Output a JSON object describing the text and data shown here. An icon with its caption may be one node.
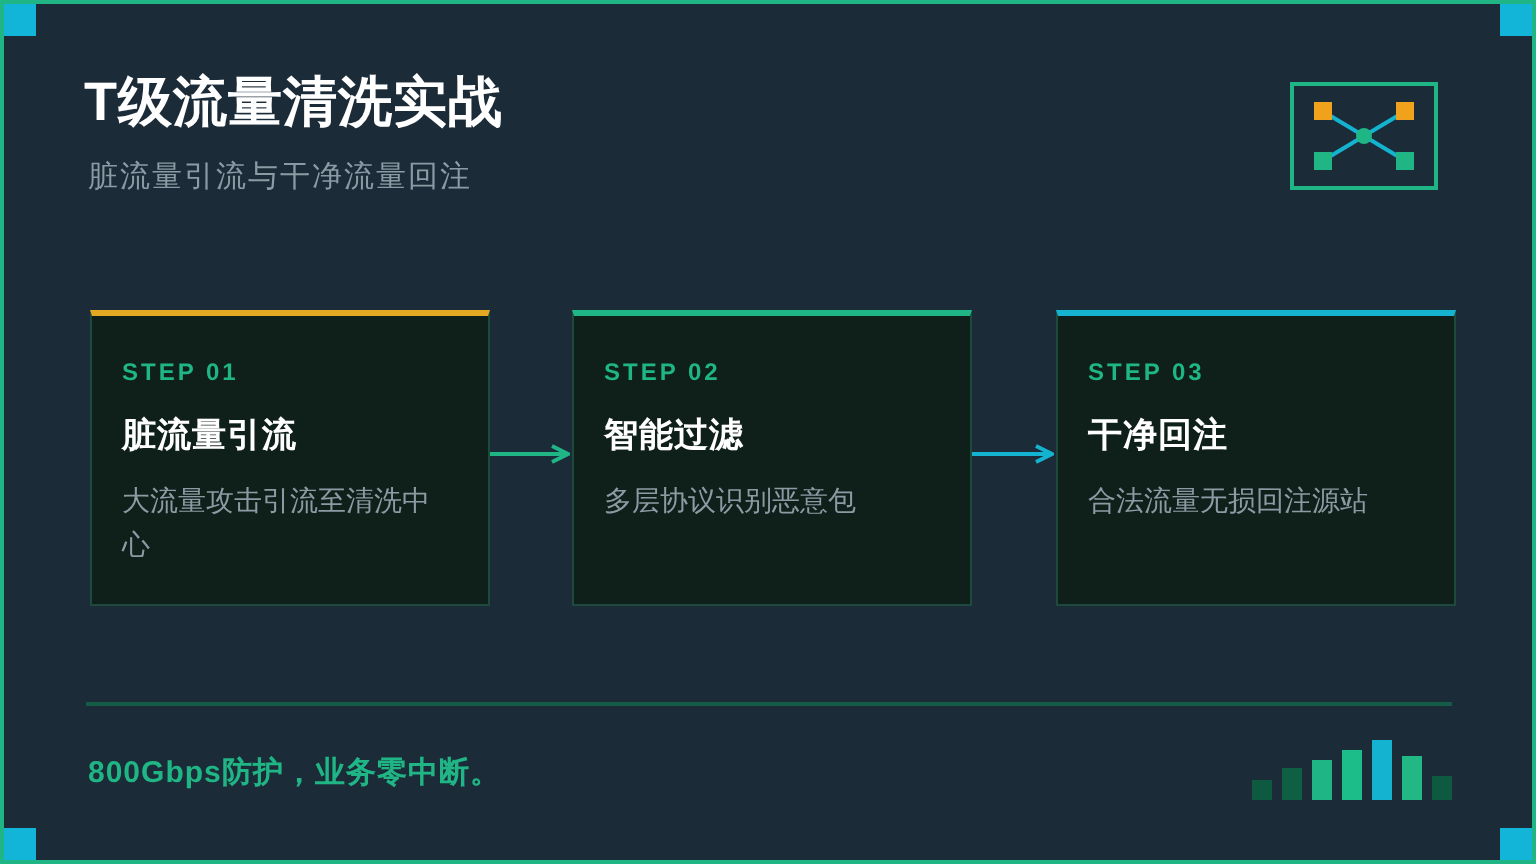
{
  "diagram": {
    "title": "T级**流量清洗**实战",
    "nodes": [
      {
        "text": [
          "STEP 01",
          "脏流量引流",
          "大流量攻击引流至清洗中心"
        ]
      },
      {
        "text": [
          "STEP 02",
          "智能过滤",
          "多层协议识别恶意包"
        ]
      },
      {
        "text": [
          "STEP 03",
          "干净回注",
          "合法流量无损回注源站"
        ]
      }
    ],
    "edges": [
      {
        "from": 0,
        "to": 1,
        "arrow": "to",
        "color": "#1fb584"
      },
      {
        "from": 1,
        "to": 2,
        "arrow": "to",
        "color": "#14b3d0"
      }
    ],
    "labels": [
      "脏流量引流与干净流量回注",
      "800Gbps防护，业务零中断。"
    ]
  }
}
